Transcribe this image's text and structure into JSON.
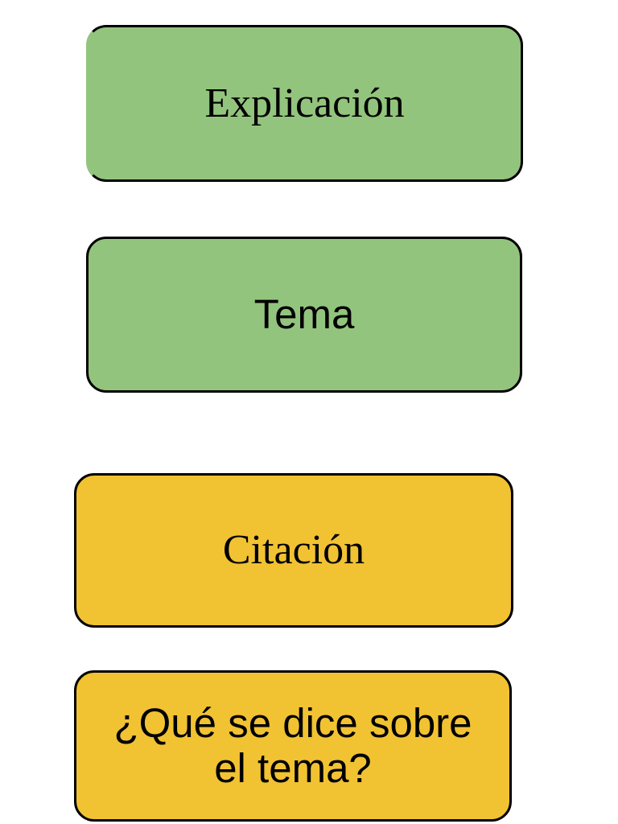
{
  "colors": {
    "green_fill": "#93c47d",
    "gold_fill": "#f1c232",
    "border": "#000000",
    "text": "#000000",
    "page_background": "#ffffff"
  },
  "diagram": {
    "boxes": [
      {
        "id": "explicacion",
        "label": "Explicación",
        "fill": "#93c47d",
        "font": "serif"
      },
      {
        "id": "tema",
        "label": "Tema",
        "fill": "#93c47d",
        "font": "sans"
      },
      {
        "id": "citacion",
        "label": "Citación",
        "fill": "#f1c232",
        "font": "serif"
      },
      {
        "id": "que-se-dice",
        "label": "¿Qué se dice sobre el tema?",
        "fill": "#f1c232",
        "font": "sans"
      }
    ]
  }
}
